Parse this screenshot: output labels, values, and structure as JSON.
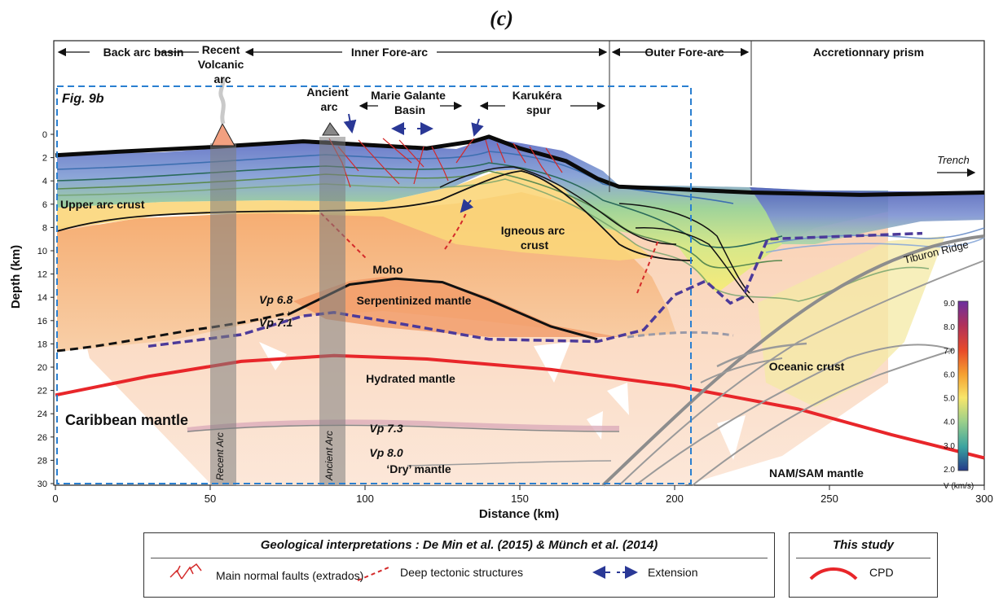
{
  "panel_label": "(c)",
  "zones": {
    "back_arc": "Back arc basin",
    "recent_arc": [
      "Recent",
      "Volcanic",
      "arc"
    ],
    "inner_fore_arc": "Inner Fore-arc",
    "outer_fore_arc": "Outer Fore-arc",
    "accretionary_prism": "Accretionnary prism"
  },
  "fig_ref": "Fig. 9b",
  "features": {
    "ancient_arc": [
      "Ancient",
      "arc"
    ],
    "marie_galante": [
      "Marie Galante",
      "Basin"
    ],
    "karukera": [
      "Karukéra",
      "spur"
    ],
    "trench": "Trench",
    "upper_arc_crust": "Upper arc crust",
    "igneous_arc_crust": [
      "Igneous arc",
      "crust"
    ],
    "moho": "Moho",
    "vp68": "Vp 6.8",
    "vp71": "Vp 7.1",
    "serpentinized": "Serpentinized mantle",
    "hydrated": "Hydrated mantle",
    "caribbean": "Caribbean mantle",
    "vp73": "Vp 7.3",
    "vp80": "Vp 8.0",
    "dry_mantle": "‘Dry’ mantle",
    "oceanic_crust": "Oceanic crust",
    "nam_sam": "NAM/SAM mantle",
    "tiburon": "Tiburon Ridge",
    "recent_arc_bar": "Recent Arc",
    "ancient_arc_bar": "Ancient Arc"
  },
  "chart_data": {
    "type": "cross-section",
    "xlabel": "Distance (km)",
    "ylabel": "Depth (km)",
    "xlim": [
      0,
      300
    ],
    "ylim": [
      30,
      0
    ],
    "x_ticks": [
      0,
      50,
      100,
      150,
      200,
      250,
      300
    ],
    "y_ticks": [
      0,
      2,
      4,
      6,
      8,
      10,
      12,
      14,
      16,
      18,
      20,
      22,
      24,
      26,
      28,
      30
    ],
    "colorbar": {
      "label": "V (km/s)",
      "ticks": [
        "9.0",
        "8.0",
        "7.0",
        "6.0",
        "5.0",
        "4.0",
        "3.0",
        "2.0"
      ],
      "colors": [
        "#6b2fa0",
        "#b0305a",
        "#e84a2a",
        "#f5a030",
        "#f8e66a",
        "#9cd08a",
        "#3aa4a0",
        "#243a8a"
      ]
    },
    "seafloor": [
      [
        0,
        1.8
      ],
      [
        20,
        1.5
      ],
      [
        50,
        1.1
      ],
      [
        80,
        0.6
      ],
      [
        100,
        0.9
      ],
      [
        120,
        1.2
      ],
      [
        135,
        0.6
      ],
      [
        140,
        0.2
      ],
      [
        150,
        1.2
      ],
      [
        165,
        2.3
      ],
      [
        175,
        3.8
      ],
      [
        182,
        4.5
      ],
      [
        200,
        4.7
      ],
      [
        225,
        5.0
      ],
      [
        260,
        5.2
      ],
      [
        300,
        5.0
      ]
    ],
    "moho": [
      [
        75,
        15.5
      ],
      [
        85,
        14.2
      ],
      [
        95,
        12.9
      ],
      [
        110,
        12.4
      ],
      [
        125,
        12.7
      ],
      [
        140,
        14.2
      ],
      [
        160,
        16.5
      ],
      [
        175,
        17.6
      ]
    ],
    "cpd": [
      [
        0,
        22.4
      ],
      [
        30,
        20.8
      ],
      [
        60,
        19.5
      ],
      [
        90,
        19.0
      ],
      [
        120,
        19.3
      ],
      [
        160,
        20.2
      ],
      [
        200,
        21.6
      ],
      [
        240,
        23.6
      ],
      [
        270,
        25.8
      ],
      [
        300,
        27.8
      ]
    ],
    "vp71_line": [
      [
        30,
        18.2
      ],
      [
        60,
        17.2
      ],
      [
        80,
        15.6
      ],
      [
        90,
        15.3
      ],
      [
        110,
        16.2
      ],
      [
        140,
        17.6
      ],
      [
        175,
        17.8
      ],
      [
        190,
        16.8
      ],
      [
        200,
        13.8
      ],
      [
        210,
        12.6
      ],
      [
        218,
        14.5
      ],
      [
        222,
        14.0
      ],
      [
        230,
        9.0
      ],
      [
        280,
        8.5
      ]
    ]
  },
  "legend_left": {
    "title": "Geological interpretations : De Min et al. (2015) & Münch et al. (2014)",
    "items": [
      "Main normal faults (extrados)",
      "Deep tectonic structures",
      "Extension"
    ]
  },
  "legend_right": {
    "title": "This study",
    "items": [
      "CPD"
    ]
  },
  "colors": {
    "cpd": "#e8262a",
    "extension": "#2a3896",
    "vp71_line": "#4c3a9a",
    "faults": "#d42a2a",
    "fig_box": "#2a7fd0"
  }
}
